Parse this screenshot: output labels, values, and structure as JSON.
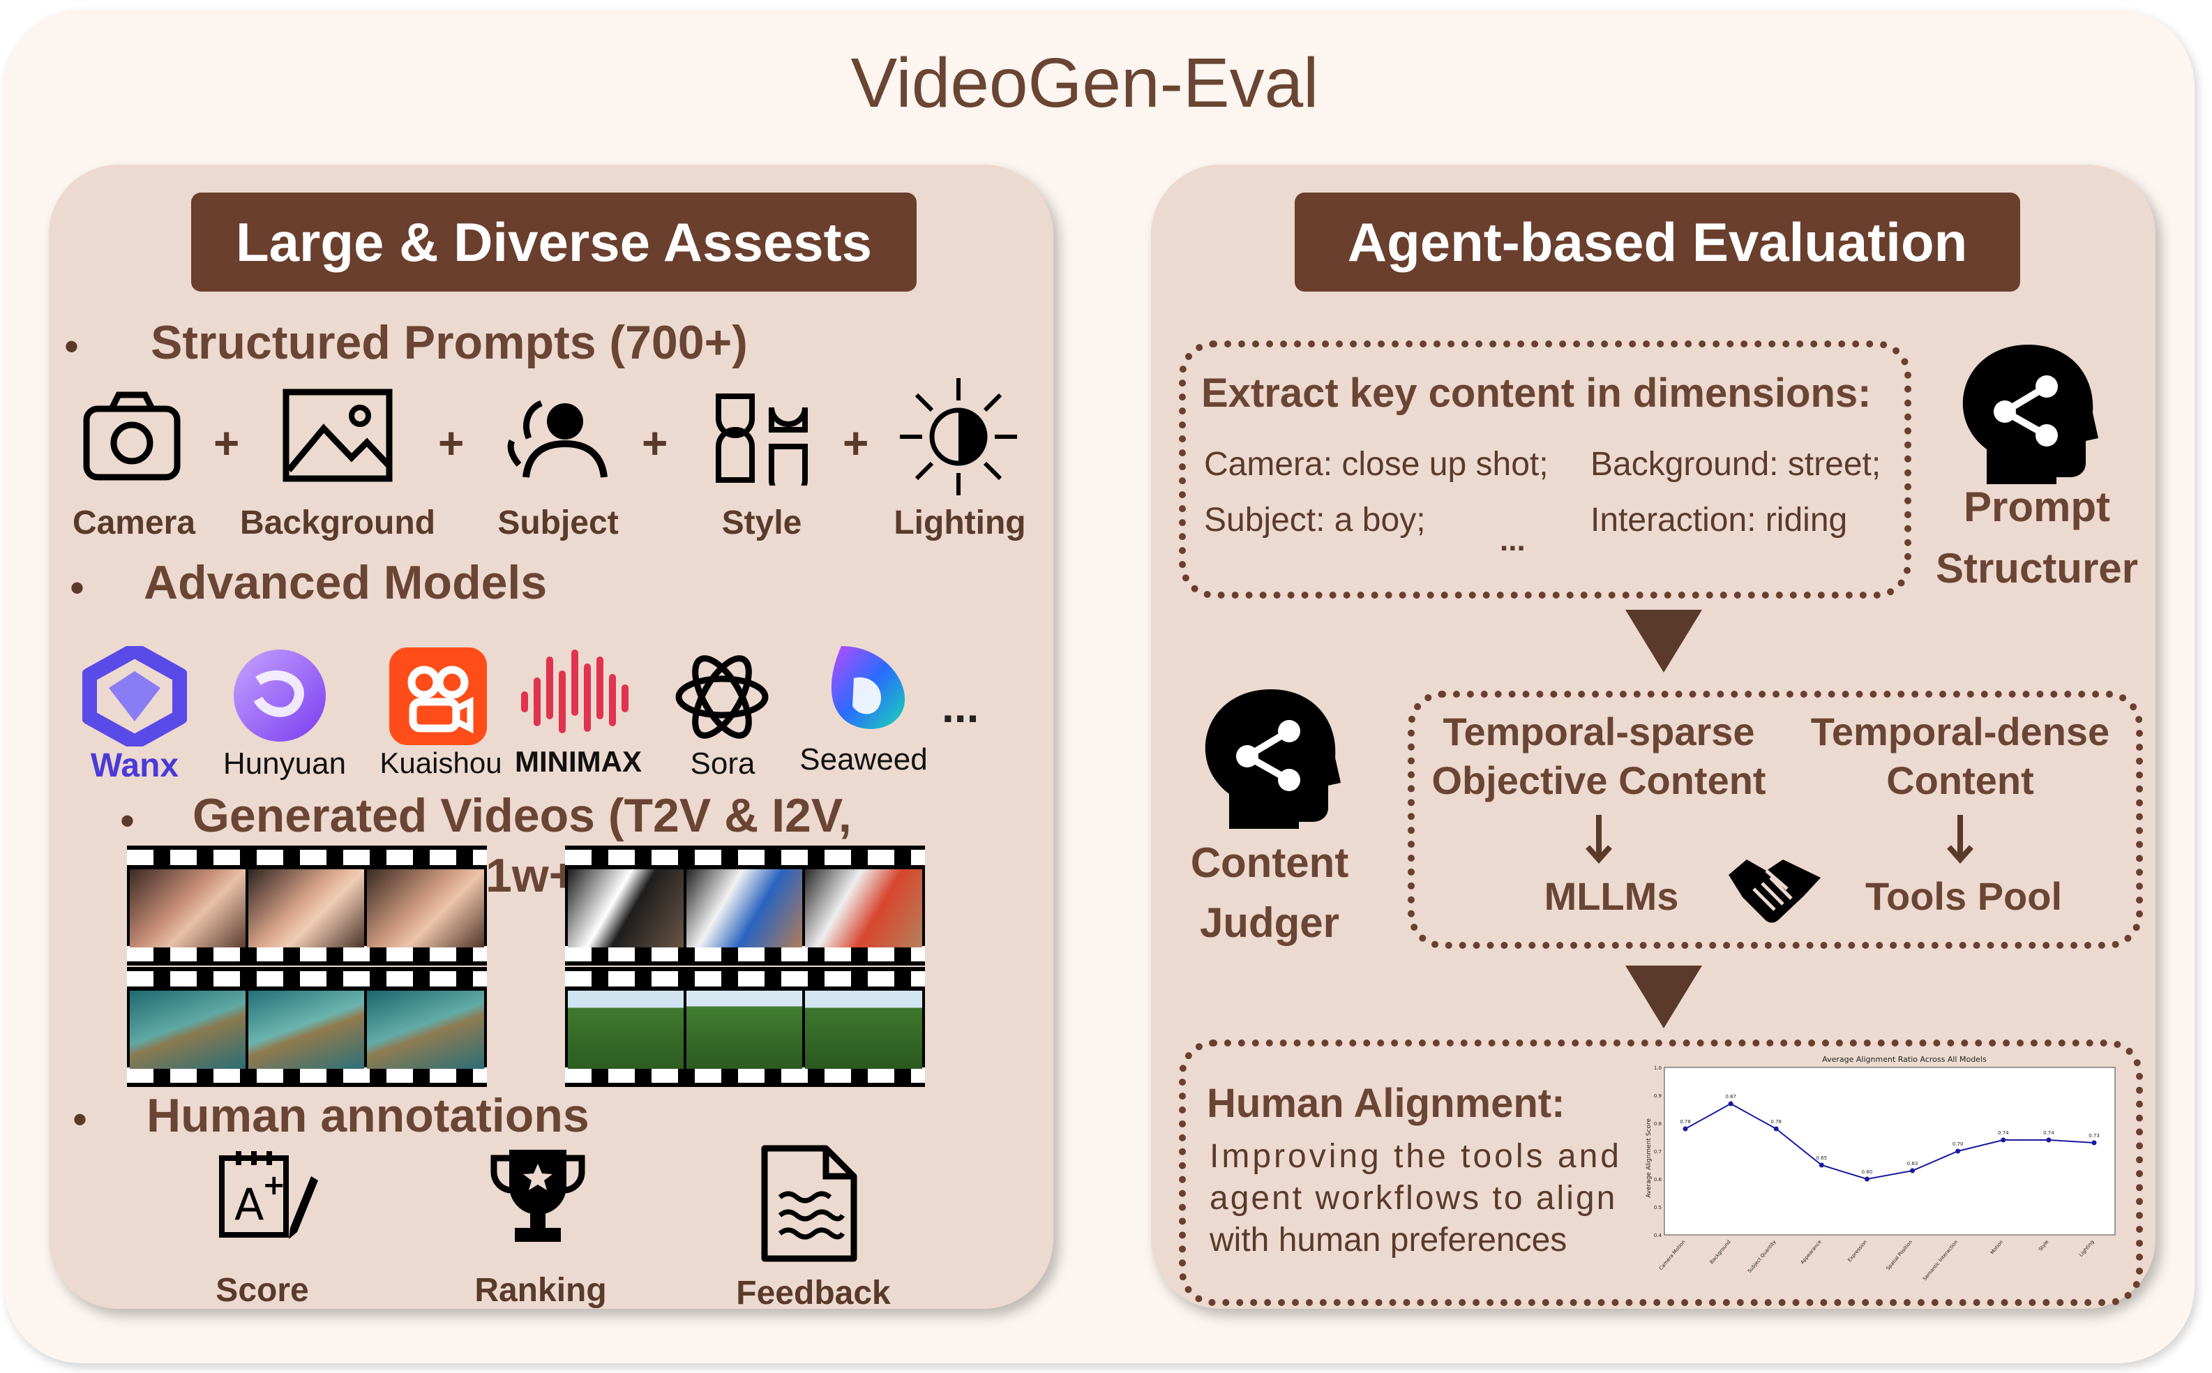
{
  "title": "VideoGen-Eval",
  "left": {
    "banner": "Large & Diverse Assests",
    "bullet": "•",
    "prompts_heading": "Structured Prompts (700+)",
    "prompt_items": [
      "Camera",
      "Background",
      "Subject",
      "Style",
      "Lighting"
    ],
    "plus": "+",
    "models_heading": "Advanced Models",
    "models": [
      "Wanx",
      "Hunyuan",
      "Kuaishou",
      "MINIMAX",
      "Sora",
      "Seaweed"
    ],
    "more": "...",
    "videos_heading": "Generated Videos (T2V & I2V,",
    "videos_heading_tail": "1w+",
    "annotations_heading": "Human annotations",
    "annotation_items": [
      "Score",
      "Ranking",
      "Feedback"
    ],
    "colors": {
      "banner": "#6a3f2e",
      "panel": "#ecd9cf",
      "text": "#5a3a2a"
    }
  },
  "right": {
    "banner": "Agent-based Evaluation",
    "extract": {
      "heading": "Extract key content in dimensions:",
      "items": [
        "Camera: close up shot;",
        "Background: street;",
        "Subject: a boy;",
        "Interaction: riding"
      ],
      "more": "..."
    },
    "prompt_structurer": [
      "Prompt",
      "Structurer"
    ],
    "content_judger": [
      "Content",
      "Judger"
    ],
    "temporal_sparse": [
      "Temporal-sparse",
      "Objective Content"
    ],
    "temporal_dense": [
      "Temporal-dense",
      "Content"
    ],
    "mllms": "MLLMs",
    "tools_pool": "Tools Pool",
    "alignment": {
      "heading": "Human Alignment:",
      "text": [
        "Improving the tools and",
        "agent workflows to align",
        "with human preferences"
      ]
    }
  },
  "chart_data": {
    "type": "line",
    "title": "Average Alignment Ratio Across All Models",
    "ylabel": "Average Alignment Score",
    "xlabel": "",
    "categories": [
      "Camera Motion",
      "Background",
      "Subject Quantity",
      "Appearance",
      "Expression",
      "Spatial Position",
      "Semantic Interaction",
      "Motion",
      "Style",
      "Lighting"
    ],
    "values": [
      0.78,
      0.87,
      0.78,
      0.65,
      0.6,
      0.63,
      0.7,
      0.74,
      0.74,
      0.73
    ],
    "ylim": [
      0.4,
      1.0
    ],
    "yticks": [
      "0.4",
      "0.5",
      "0.6",
      "0.7",
      "0.8",
      "0.9",
      "1.0"
    ],
    "grid": true,
    "color": "#1a1aa0"
  }
}
